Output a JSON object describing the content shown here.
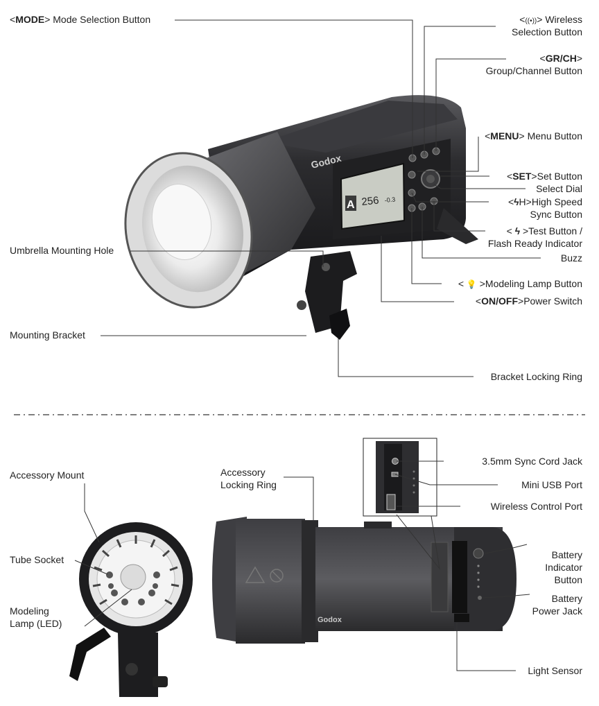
{
  "top": {
    "mode": {
      "token": "MODE",
      "text": " Mode Selection Button"
    },
    "wireless": {
      "prefix": "<",
      "sym": "((•))",
      "suffix": "> Wireless",
      "line2": "Selection Button"
    },
    "grch": {
      "token": "GR/CH",
      "line2": "Group/Channel Button"
    },
    "menu": {
      "token": "MENU",
      "text": " Menu Button"
    },
    "set": {
      "token": "SET",
      "text": "Set Button"
    },
    "dial": "Select Dial",
    "hss": {
      "token": "ϟ",
      "text": "H>High Speed",
      "line2": "Sync Button"
    },
    "test": {
      "prefix": "< ",
      "token": "ϟ",
      "text": " >Test Button /",
      "line2": "Flash Ready Indicator"
    },
    "buzz": "Buzz",
    "modeling": {
      "prefix": "< ",
      "sym": "💡",
      "text": " >Modeling Lamp Button"
    },
    "power": {
      "token": "ON/OFF",
      "text": "Power Switch"
    },
    "umbrella": "Umbrella Mounting Hole",
    "bracket": "Mounting Bracket",
    "lockring": "Bracket Locking Ring"
  },
  "bottom": {
    "accessory_mount": "Accessory Mount",
    "tube_socket": "Tube Socket",
    "modeling_lamp": {
      "line1": "Modeling",
      "line2": "Lamp (LED)"
    },
    "acc_lock": {
      "line1": "Accessory",
      "line2": "Locking Ring"
    },
    "sync_jack": "3.5mm Sync Cord Jack",
    "usb": "Mini USB Port",
    "wcp": "Wireless Control Port",
    "battery_ind": {
      "line1": "Battery",
      "line2": "Indicator",
      "line3": "Button"
    },
    "battery_jack": {
      "line1": "Battery",
      "line2": "Power Jack"
    },
    "light_sensor": "Light Sensor"
  },
  "device": {
    "brand": "Godox",
    "lcd": {
      "mode": "A",
      "value": "256",
      "sub": "-0.3"
    }
  },
  "colors": {
    "body": "#2b2b2d",
    "body_light": "#4a4a4d",
    "reflector": "#dcdcdc",
    "lcd": "#c9ccc4"
  }
}
